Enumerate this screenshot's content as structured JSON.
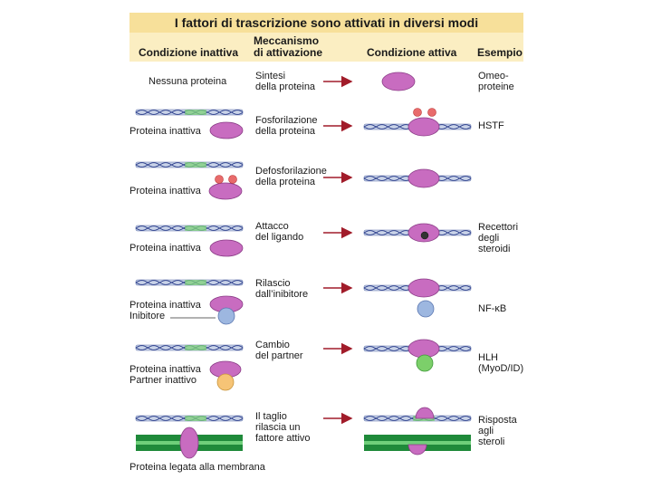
{
  "title": "I fattori di trascrizione sono attivati in diversi modi",
  "headers": {
    "inactive": "Condizione inattiva",
    "mechanism_line1": "Meccanismo",
    "mechanism_line2": "di attivazione",
    "active": "Condizione attiva",
    "example": "Esempio"
  },
  "rows": [
    {
      "inactive_lines": [
        "Nessuna proteina"
      ],
      "mechanism_lines": [
        "Sintesi",
        "della proteina"
      ],
      "example_lines": [
        "Omeo-",
        "proteine"
      ]
    },
    {
      "inactive_lines": [
        "Proteina inattiva"
      ],
      "mechanism_lines": [
        "Fosforilazione",
        "della proteina"
      ],
      "example_lines": [
        "HSTF"
      ]
    },
    {
      "inactive_lines": [
        "Proteina inattiva"
      ],
      "mechanism_lines": [
        "Defosforilazione",
        "della proteina"
      ],
      "example_lines": []
    },
    {
      "inactive_lines": [
        "Proteina inattiva"
      ],
      "mechanism_lines": [
        "Attacco",
        "del ligando"
      ],
      "example_lines": [
        "Recettori",
        "degli",
        "steroidi"
      ]
    },
    {
      "inactive_lines": [
        "Proteina inattiva",
        "Inibitore"
      ],
      "mechanism_lines": [
        "Rilascio",
        "dall’inibitore"
      ],
      "example_lines": [
        "NF-κB"
      ]
    },
    {
      "inactive_lines": [
        "Proteina inattiva",
        "Partner inattivo"
      ],
      "mechanism_lines": [
        "Cambio",
        "del partner"
      ],
      "example_lines": [
        "HLH",
        "(MyoD/ID)"
      ]
    },
    {
      "inactive_lines": [
        "Proteina legata alla membrana"
      ],
      "mechanism_lines": [
        "Il taglio",
        "rilascia un",
        "fattore attivo"
      ],
      "example_lines": [
        "Risposta",
        "agli",
        "steroli"
      ]
    }
  ],
  "colors": {
    "title_bg": "#f7e09a",
    "header_bg": "#fbeec2",
    "protein": "#c86cc0",
    "phosphate": "#e86b6b",
    "inhibitor": "#9db7e0",
    "active_partner": "#7ccf6a",
    "inactive_partner": "#f6c476",
    "arrow": "#a11c2a",
    "membrane": "#1f8a3a"
  }
}
